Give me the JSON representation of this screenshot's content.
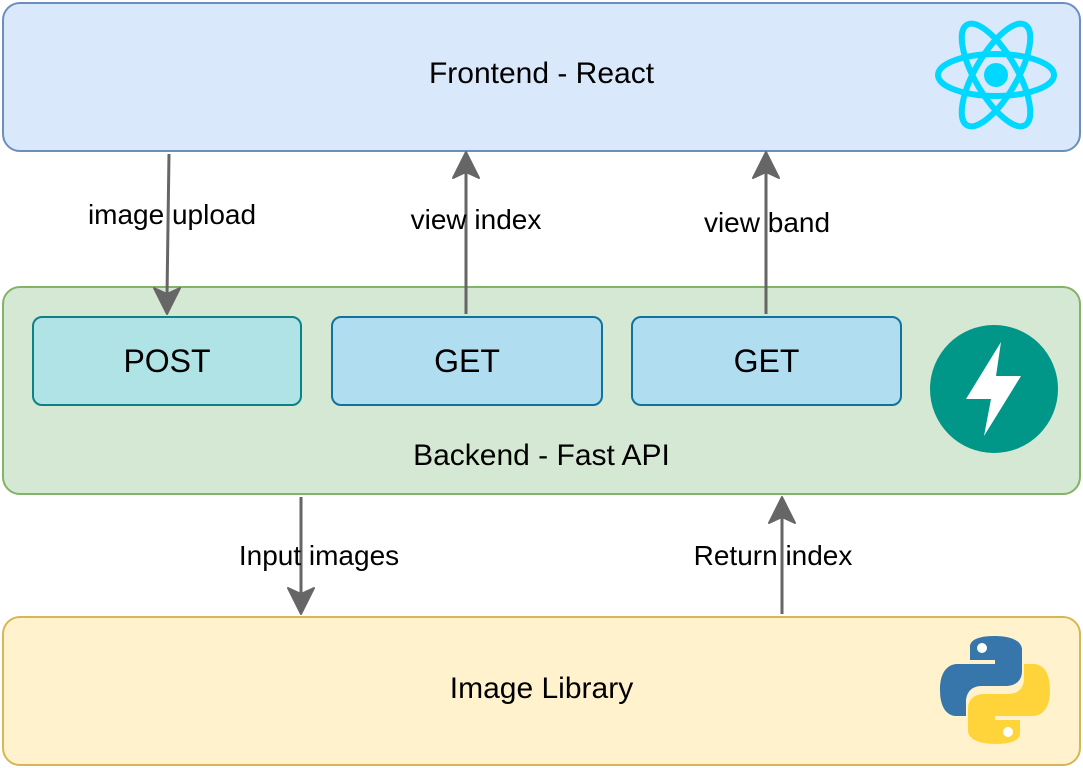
{
  "frontend": {
    "title": "Frontend - React"
  },
  "backend": {
    "title": "Backend - Fast API",
    "endpoints": [
      {
        "method": "POST"
      },
      {
        "method": "GET"
      },
      {
        "method": "GET"
      }
    ]
  },
  "library": {
    "title": "Image Library"
  },
  "edges": {
    "image_upload": "image upload",
    "view_index": "view index",
    "view_band": "view band",
    "input_images": "Input images",
    "return_index": "Return index"
  },
  "icons": {
    "frontend": "react-logo-icon",
    "backend": "fastapi-logo-icon",
    "library": "python-logo-icon"
  },
  "colors": {
    "frontend_fill": "#dae8fc",
    "frontend_stroke": "#6c8ebf",
    "backend_fill": "#d5e8d4",
    "backend_stroke": "#82b366",
    "library_fill": "#fff2cc",
    "library_stroke": "#d6b656",
    "post_fill": "#b0e3e6",
    "get_fill": "#b1ddf0",
    "endpoint_stroke": "#10739e",
    "arrow": "#666666",
    "react": "#00d8ff",
    "fastapi": "#009688",
    "python_blue": "#3776ab",
    "python_yellow": "#ffd43b"
  }
}
